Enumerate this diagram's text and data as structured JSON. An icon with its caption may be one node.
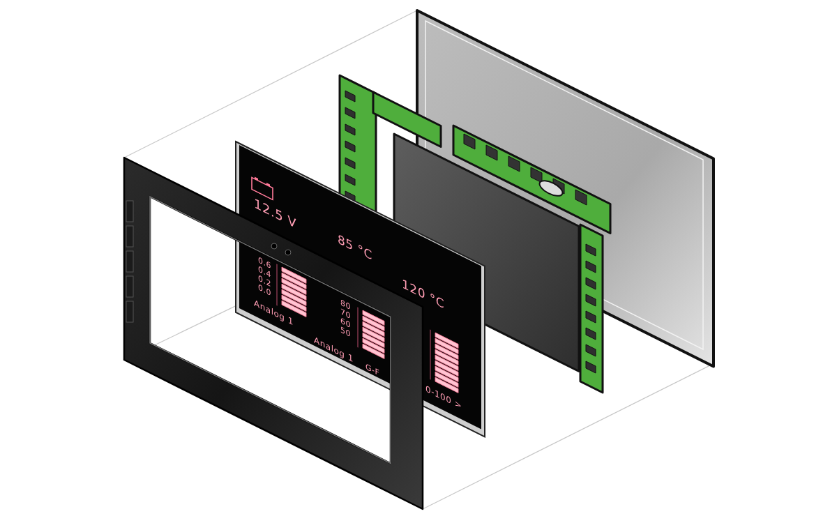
{
  "diagram": {
    "labels": [
      "12.5 V",
      "85 °C",
      "120 °C",
      "0.6",
      "0.4",
      "0.2",
      "0.0",
      "Analog 1",
      "80",
      "70",
      "60",
      "50",
      "Analog 1",
      "G-F",
      "0-100 >"
    ]
  }
}
